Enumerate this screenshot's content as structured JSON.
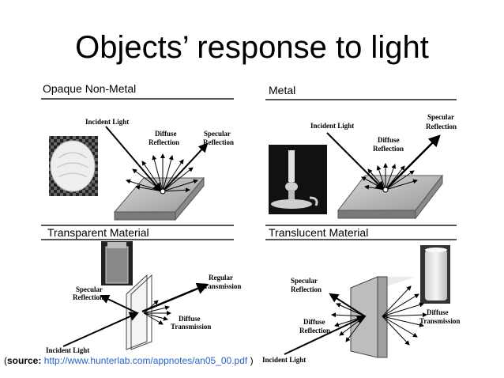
{
  "title": "Objects’ response to light",
  "panels": {
    "opaque": {
      "header": "Opaque Non-Metal",
      "incident": "Incident Light",
      "diffuse_1": "Diffuse",
      "diffuse_2": "Reflection",
      "specular_1": "Specular",
      "specular_2": "Reflection"
    },
    "metal": {
      "header": "Metal",
      "incident": "Incident Light",
      "diffuse_1": "Diffuse",
      "diffuse_2": "Reflection",
      "specular_1": "Specular",
      "specular_2": "Reflection"
    },
    "transparent": {
      "header": "Transparent Material",
      "specular_1": "Specular",
      "specular_2": "Reflection",
      "regular_1": "Regular",
      "regular_2": "Transmission",
      "diffuse_1": "Diffuse",
      "diffuse_2": "Transmission",
      "incident": "Incident Light"
    },
    "translucent": {
      "header": "Translucent Material",
      "specular_1": "Specular",
      "specular_2": "Reflection",
      "diffuse_refl_1": "Diffuse",
      "diffuse_refl_2": "Reflection",
      "diffuse_trans_1": "Diffuse",
      "diffuse_trans_2": "Transmission",
      "incident": "Incident Light"
    }
  },
  "source": {
    "open": "(",
    "key": "source:",
    "url": "http://www.hunterlab.com/appnotes/an05_00.pdf",
    "close": ")"
  }
}
